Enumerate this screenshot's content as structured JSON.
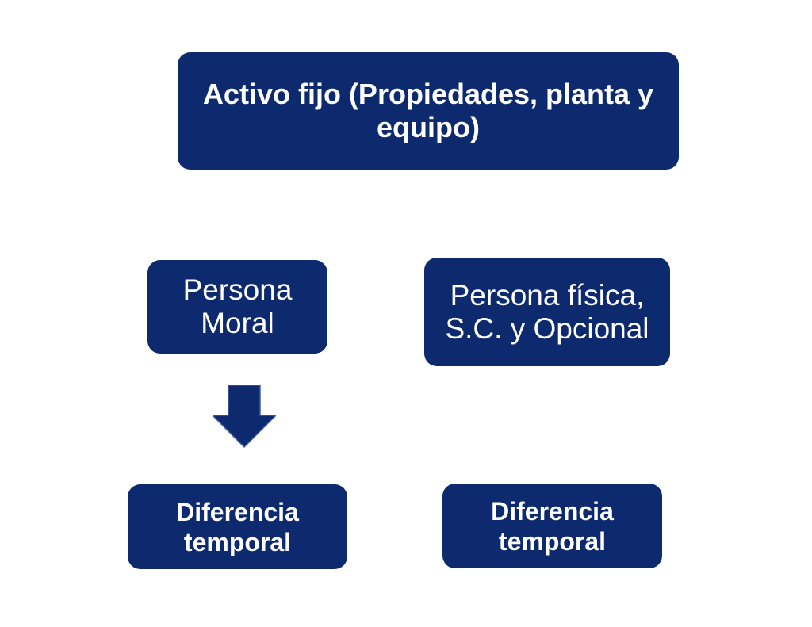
{
  "diagram": {
    "top_box": {
      "text": "Activo fijo (Propiedades, planta y equipo)"
    },
    "left_box": {
      "text": "Persona Moral"
    },
    "right_box": {
      "text": "Persona física, S.C. y Opcional"
    },
    "bottom_left_box": {
      "text": "Diferencia temporal"
    },
    "bottom_right_box": {
      "text": "Diferencia temporal"
    },
    "arrow": {
      "icon": "arrow-down-icon",
      "direction": "down"
    },
    "colors": {
      "box_fill": "#0d2a6e",
      "box_text": "#ffffff",
      "background": "#ffffff"
    }
  }
}
